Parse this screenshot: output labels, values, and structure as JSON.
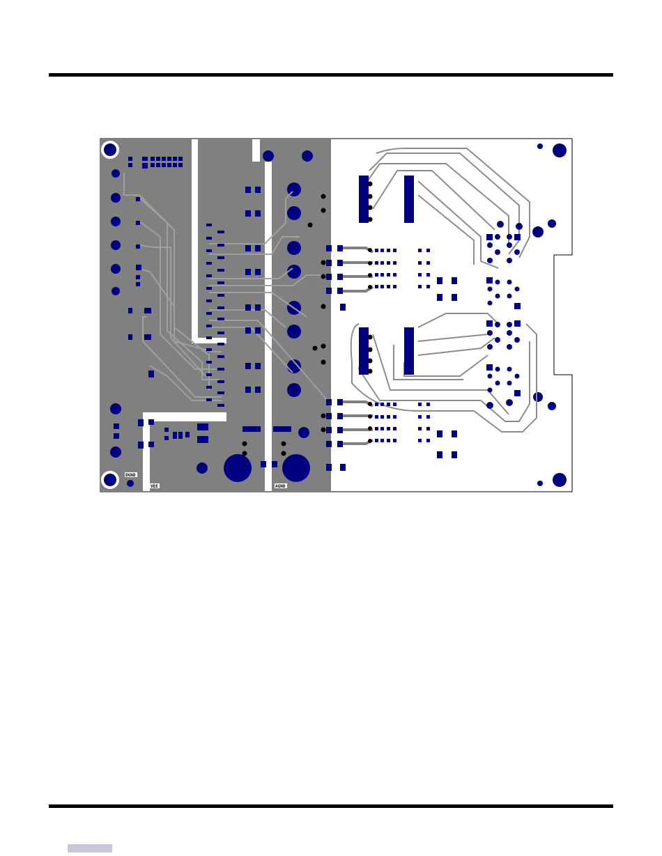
{
  "board": {
    "labels": {
      "dgnd": "DGND",
      "vee": "VEE",
      "agnd": "AGND"
    }
  },
  "colors": {
    "ground_pour": "#808080",
    "copper": "#000080",
    "outline": "#000000",
    "background": "#ffffff",
    "trace_outline": "#ffffff"
  },
  "footer": {
    "page_marker_color": "#c8c8d8"
  }
}
